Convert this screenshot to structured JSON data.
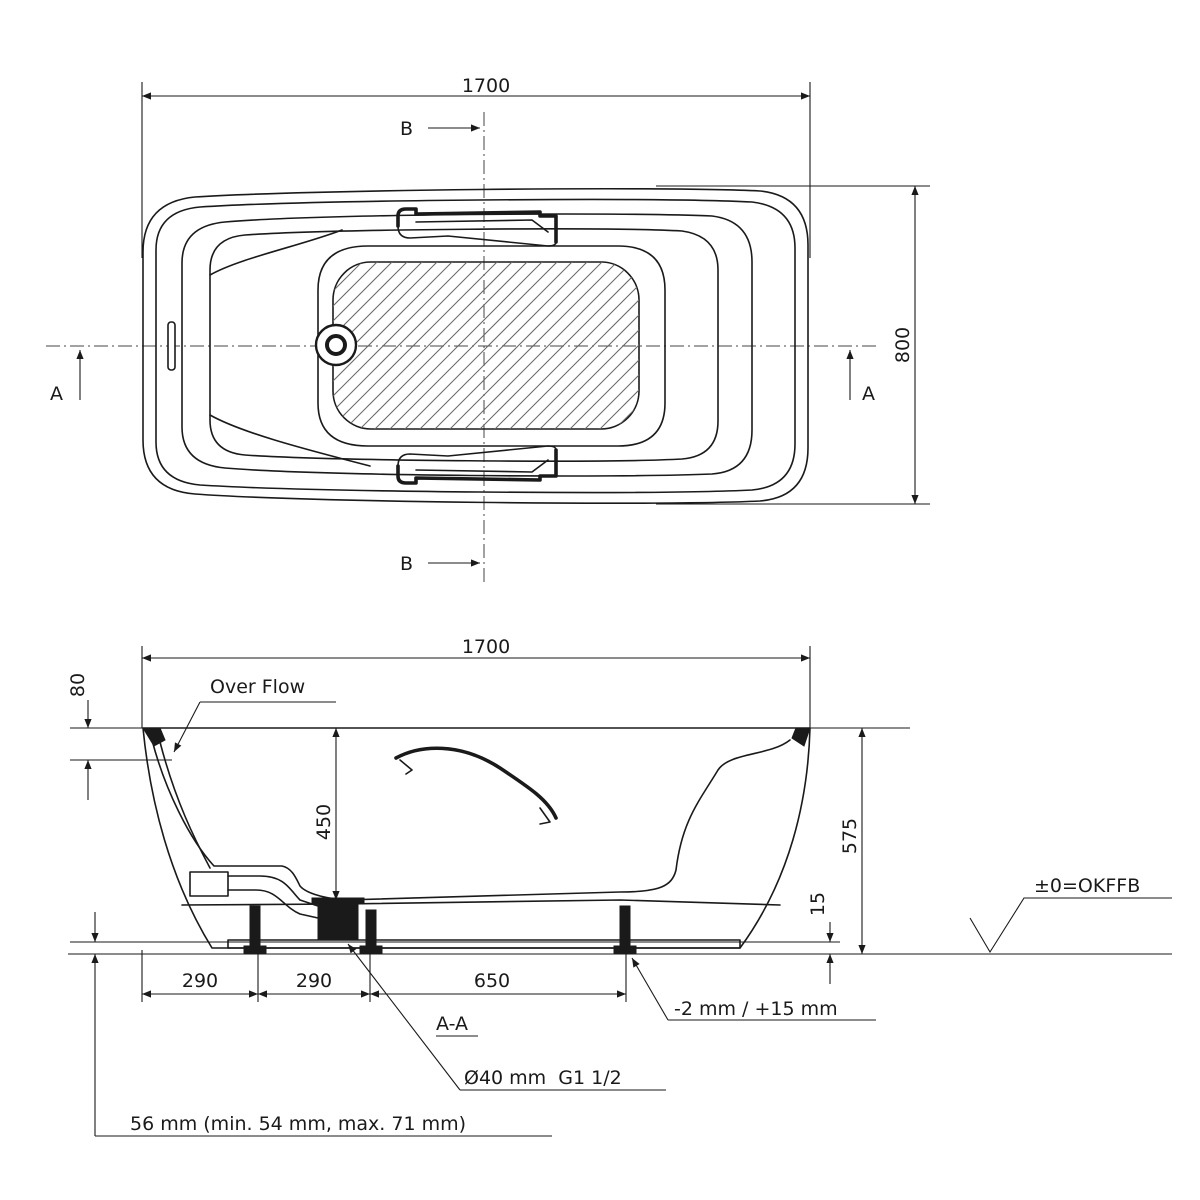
{
  "plan_view": {
    "overall_length": "1700",
    "overall_width": "800",
    "section_a": "A",
    "section_b": "B"
  },
  "section_view": {
    "overall_length": "1700",
    "rim_thickness": "80",
    "overflow_label": "Over Flow",
    "inner_depth": "450",
    "total_height": "575",
    "foot_clearance": "15",
    "floor_reference": "±0=OKFFB",
    "dim_left_offset": "290",
    "dim_drain_offset": "290",
    "dim_feet_spacing": "650",
    "foot_adjust": "-2 mm / +15 mm",
    "section_title": "A-A",
    "drain_spec": "Ø40 mm  G1 1/2",
    "drain_height": "56 mm (min. 54 mm, max. 71 mm)"
  }
}
